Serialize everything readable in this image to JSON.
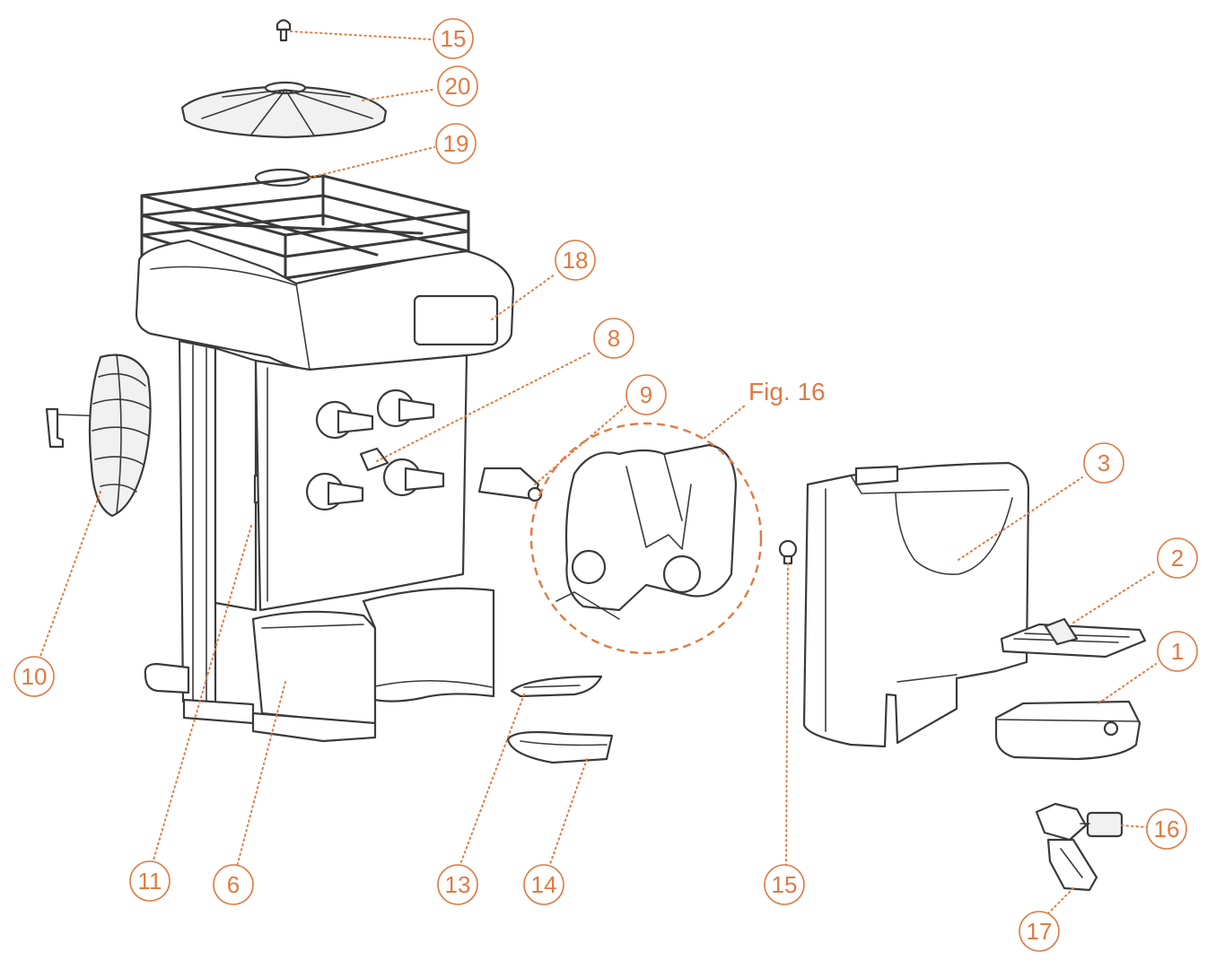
{
  "figure": {
    "label": "Fig. 16",
    "accent_color": "#e07b43",
    "line_color": "#3a3a3a"
  },
  "callouts": [
    {
      "id": "c15-top",
      "number": "15"
    },
    {
      "id": "c20",
      "number": "20"
    },
    {
      "id": "c19",
      "number": "19"
    },
    {
      "id": "c18",
      "number": "18"
    },
    {
      "id": "c8",
      "number": "8"
    },
    {
      "id": "c9",
      "number": "9"
    },
    {
      "id": "c3",
      "number": "3"
    },
    {
      "id": "c2",
      "number": "2"
    },
    {
      "id": "c1",
      "number": "1"
    },
    {
      "id": "c10",
      "number": "10"
    },
    {
      "id": "c11",
      "number": "11"
    },
    {
      "id": "c6",
      "number": "6"
    },
    {
      "id": "c13",
      "number": "13"
    },
    {
      "id": "c14",
      "number": "14"
    },
    {
      "id": "c15-bottom",
      "number": "15"
    },
    {
      "id": "c16",
      "number": "16"
    },
    {
      "id": "c17",
      "number": "17"
    }
  ]
}
